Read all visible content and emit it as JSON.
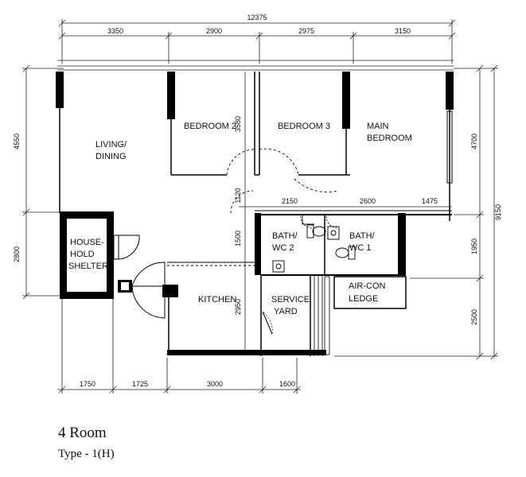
{
  "dimensions": {
    "overall_width": "12375",
    "top": [
      "3350",
      "2900",
      "2975",
      "3150"
    ],
    "bottom": [
      "1750",
      "1725",
      "3000",
      "1600"
    ],
    "left": [
      "4550",
      "2800"
    ],
    "right_inner": [
      "4700",
      "1950",
      "2500"
    ],
    "right_overall": "9150",
    "interior": {
      "bedroom2_depth": "3580",
      "corridor": "1120",
      "bath_row": [
        "2150",
        "2600",
        "1475"
      ],
      "bath_depth": "1500",
      "kitchen_depth": "2950"
    }
  },
  "rooms": {
    "living": [
      "LIVING/",
      "DINING"
    ],
    "bedroom2": "BEDROOM 2",
    "bedroom3": "BEDROOM 3",
    "main_bedroom": [
      "MAIN",
      "BEDROOM"
    ],
    "shelter": [
      "HOUSE-",
      "HOLD",
      "SHELTER"
    ],
    "bath2": [
      "BATH/",
      "WC 2"
    ],
    "bath1": [
      "BATH/",
      "WC 1"
    ],
    "kitchen": "KITCHEN",
    "service_yard": [
      "SERVICE",
      "YARD"
    ],
    "aircon": [
      "AIR-CON",
      "LEDGE"
    ]
  },
  "caption": {
    "title": "4 Room",
    "subtitle": "Type - 1(H)"
  }
}
